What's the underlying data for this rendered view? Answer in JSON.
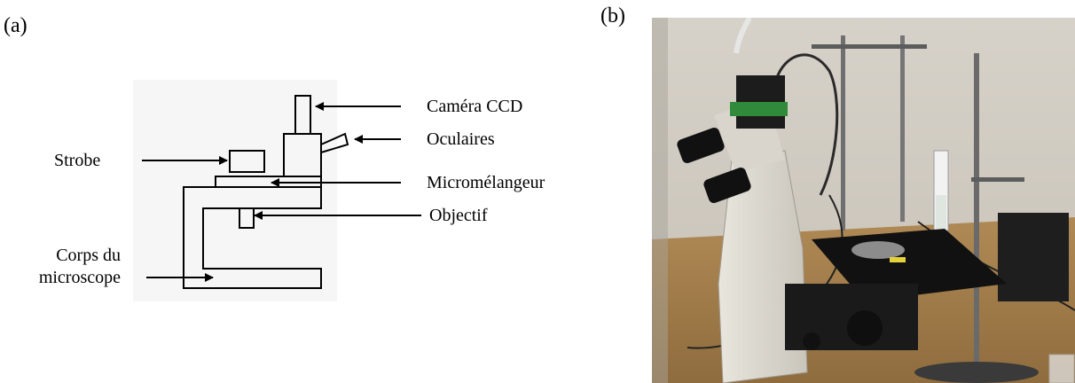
{
  "panels": {
    "a": "(a)",
    "b": "(b)"
  },
  "labels": {
    "camera": "Caméra CCD",
    "eyepieces": "Oculaires",
    "strobe": "Strobe",
    "mixer": "Micromélangeur",
    "objective": "Objectif",
    "body_line1": "Corps du",
    "body_line2": "microscope"
  }
}
